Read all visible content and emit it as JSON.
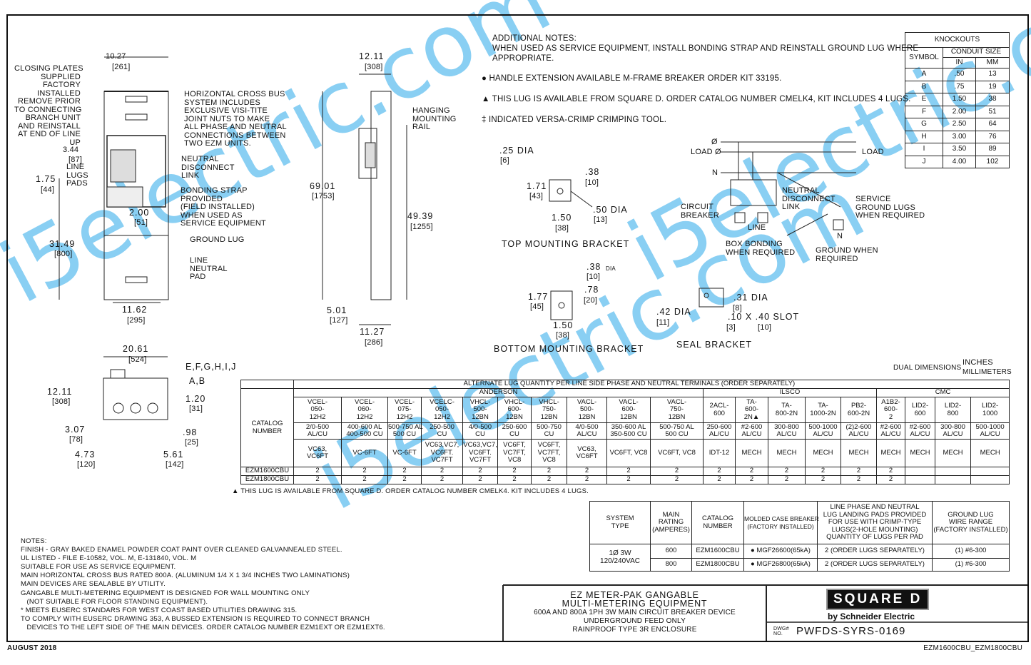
{
  "watermark": "i5electric.com",
  "front_view": {
    "width_in": "10.27",
    "width_mm": "[261]",
    "closing_plates": "CLOSING PLATES\nSUPPLIED\nFACTORY\nINSTALLED\nREMOVE PRIOR\nTO CONNECTING\nBRANCH UNIT\nAND REINSTALL\nAT END OF LINE\nUP",
    "d344": "3.44",
    "d87": "[87]",
    "line_lugs_pads": "LINE\nLUGS\nPADS",
    "d175": "1.75",
    "d44": "[44]",
    "d200": "2.00",
    "d51": "[51]",
    "d3149": "31.49",
    "d800": "[800]",
    "d1162": "11.62",
    "d295": "[295]",
    "cross_bus": "HORIZONTAL CROSS BUS\nSYSTEM INCLUDES\nEXCLUSIVE VISI-TITE\nJOINT NUTS TO MAKE\nALL PHASE AND NEUTRAL\nCONNECTIONS BETWEEN\nTWO EZM UNITS.",
    "neutral_link": "NEUTRAL\nDISCONNECT\nLINK",
    "bonding_strap": "BONDING STRAP\nPROVIDED\n(FIELD INSTALLED)\nWHEN USED AS\nSERVICE EQUIPMENT",
    "ground_lug": "GROUND LUG",
    "line_neutral_pad": "LINE\nNEUTRAL\nPAD"
  },
  "side_view": {
    "d1211": "12.11",
    "d308": "[308]",
    "hanging_rail": "HANGING\nMOUNTING\nRAIL",
    "d6901": "69.01",
    "d1753": "[1753]",
    "d4939": "49.39",
    "d1255": "[1255]",
    "d501": "5.01",
    "d127": "[127]",
    "d1127": "11.27",
    "d286": "[286]"
  },
  "additional_notes": {
    "text": "ADDITIONAL NOTES:\nWHEN USED AS SERVICE EQUIPMENT, INSTALL BONDING STRAP AND REINSTALL GROUND LUG WHERE\nAPPROPRIATE.",
    "handle": "● HANDLE EXTENSION AVAILABLE M-FRAME BREAKER ORDER KIT 33195.",
    "lug": "▲ THIS LUG IS AVAILABLE FROM SQUARE D. ORDER CATALOG NUMBER CMELK4, KIT INCLUDES 4 LUGS.",
    "crimp": "‡ INDICATED VERSA-CRIMP CRIMPING TOOL."
  },
  "top_bracket": {
    "dia": ".25 DIA",
    "dia_mm": "[6]",
    "h": "1.71",
    "h_mm": "[43]",
    "a": ".38",
    "a_mm": "[10]",
    "hole": ".50 DIA",
    "hole_mm": "[13]",
    "w": "1.50",
    "w_mm": "[38]",
    "title": "TOP MOUNTING BRACKET"
  },
  "bottom_bracket": {
    "dia": ".38",
    "dia_unit": "DIA",
    "dia_mm": "[10]",
    "a": ".78",
    "a_mm": "[20]",
    "h": "1.77",
    "h_mm": "[45]",
    "w": "1.50",
    "w_mm": "[38]",
    "title": "BOTTOM MOUNTING BRACKET"
  },
  "seal_bracket": {
    "dia": ".31 DIA",
    "dia_mm": "[8]",
    "dia2": ".42 DIA",
    "dia2_mm": "[11]",
    "slot": ".10 X .40 SLOT",
    "slot_a": "[3]",
    "slot_b": "[10]",
    "title": "SEAL BRACKET"
  },
  "wiring": {
    "phase": "Ø",
    "load_left": "LOAD Ø",
    "load_right": "LOAD",
    "n": "N",
    "breaker": "CIRCUIT\nBREAKER",
    "neutral_link": "NEUTRAL\nDISCONNECT\nLINK",
    "service_ground": "SERVICE\nGROUND LUGS\nWHEN REQUIRED",
    "line": "LINE",
    "n2": "N",
    "box_bonding": "BOX BONDING\nWHEN REQUIRED",
    "ground_when": "GROUND WHEN\nREQUIRED"
  },
  "knockouts": {
    "title": "KNOCKOUTS",
    "symbol": "SYMBOL",
    "conduit": "CONDUIT SIZE",
    "in": "IN",
    "mm": "MM",
    "rows": [
      [
        "A",
        ".50",
        "13"
      ],
      [
        "B",
        ".75",
        "19"
      ],
      [
        "E",
        "1.50",
        "38"
      ],
      [
        "F",
        "2.00",
        "51"
      ],
      [
        "G",
        "2.50",
        "64"
      ],
      [
        "H",
        "3.00",
        "76"
      ],
      [
        "I",
        "3.50",
        "89"
      ],
      [
        "J",
        "4.00",
        "102"
      ]
    ]
  },
  "plan_view": {
    "d2061": "20.61",
    "d524": "[524]",
    "efghij": "E,F,G,H,I,J",
    "ab": "A,B",
    "d1211": "12.11",
    "d308": "[308]",
    "d120": "1.20",
    "d31": "[31]",
    "d307": "3.07",
    "d78": "[78]",
    "d098": ".98",
    "d25": "[25]",
    "d473": "4.73",
    "d120mm": "[120]",
    "d561": "5.61",
    "d142": "[142]"
  },
  "dual_dimensions": {
    "label": "DUAL DIMENSIONS",
    "inches": "INCHES",
    "mm": "MILLIMETERS"
  },
  "lug_table": {
    "title": "ALTERNATE LUG QUANTITY PER LINE SIDE PHASE AND NEUTRAL TERMINALS (ORDER SEPARATELY)",
    "catalog_header": "CATALOG\nNUMBER",
    "groups": [
      "ANDERSON",
      "ILSCO",
      "CMC"
    ],
    "lugs": [
      "VCEL-\n050-\n12H2",
      "VCEL-\n060-\n12H2",
      "VCEL-\n075-\n12H2",
      "VCELC-\n050-\n12H2",
      "VHCL-\n500-\n12BN",
      "VHCL-\n600-\n12BN",
      "VHCL-\n750-\n12BN",
      "VACL-\n500-\n12BN",
      "VACL-\n600-\n12BN",
      "VACL-\n750-\n12BN",
      "2ACL-\n600",
      "TA-\n600-\n2N▲",
      "TA-\n800-2N",
      "TA-\n1000-2N",
      "PB2-\n600-2N",
      "A1B2-\n600-\n2",
      "LID2-\n600",
      "LID2-\n800",
      "LID2-\n1000"
    ],
    "ranges": [
      "2/0-500\nAL/CU",
      "400-600 AL\n400-500 CU",
      "500-750 AL\n500 CU",
      "250-500\nCU",
      "4/0-500\nCU",
      "250-600\nCU",
      "500-750\nCU",
      "4/0-500\nAL/CU",
      "350-600 AL\n350-500 CU",
      "500-750 AL\n500 CU",
      "250-600\nAL/CU",
      "#2-600\nAL/CU",
      "300-800\nAL/CU",
      "500-1000\nAL/CU",
      "(2)2-600\nAL/CU",
      "#2-600\nAL/CU",
      "#2-600\nAL/CU",
      "300-800\nAL/CU",
      "500-1000\nAL/CU"
    ],
    "tools": [
      "VC63,\nVC6FT",
      "VC-6FT",
      "VC-6FT",
      "VC63,VC7,\nVC6FT.\nVC7FT",
      "VC63,VC7,\nVC6FT.\nVC7FT",
      "VC6FT,\nVC7FT,\nVC8",
      "VC6FT,\nVC7FT,\nVC8",
      "VC63,\nVC6FT",
      "VC6FT, VC8",
      "VC6FT, VC8",
      "IDT-12",
      "MECH",
      "MECH",
      "MECH",
      "MECH",
      "MECH",
      "MECH",
      "MECH",
      "MECH"
    ],
    "rows": [
      {
        "catalog": "EZM1600CBU",
        "qty": [
          "2",
          "2",
          "2",
          "2",
          "2",
          "2",
          "2",
          "2",
          "2",
          "2",
          "2",
          "2",
          "2",
          "2",
          "2",
          "2",
          "",
          "",
          ""
        ]
      },
      {
        "catalog": "EZM1800CBU",
        "qty": [
          "2",
          "2",
          "2",
          "2",
          "2",
          "2",
          "2",
          "2",
          "2",
          "2",
          "2",
          "2",
          "2",
          "2",
          "2",
          "2",
          "",
          "",
          ""
        ]
      }
    ],
    "footnote": "▲ THIS LUG IS AVAILABLE FROM SQUARE D. ORDER CATALOG NUMBER CMELK4. KIT INCLUDES 4 LUGS."
  },
  "system_table": {
    "headers": [
      "SYSTEM\nTYPE",
      "MAIN\nRATING\n(AMPERES)",
      "CATALOG\nNUMBER",
      "MOLDED CASE BREAKER\n(FACTORY INSTALLED)",
      "LINE PHASE AND NEUTRAL\nLUG LANDING PADS PROVIDED\nFOR USE WITH CRIMP-TYPE\nLUGS(2-HOLE MOUNTING)\nQUANTITY OF LUGS PER PAD",
      "GROUND LUG\nWIRE RANGE\n(FACTORY INSTALLED)"
    ],
    "system_type": "1Ø 3W\n120/240VAC",
    "rows": [
      {
        "rating": "600",
        "catalog": "EZM1600CBU",
        "breaker": "● MGF26600(65kA)",
        "lugs": "2 (ORDER LUGS SEPARATELY)",
        "ground": "(1) #6-300"
      },
      {
        "rating": "800",
        "catalog": "EZM1800CBU",
        "breaker": "● MGF26800(65kA)",
        "lugs": "2 (ORDER LUGS SEPARATELY)",
        "ground": "(1) #6-300"
      }
    ]
  },
  "notes": "NOTES:\nFINISH - GRAY BAKED ENAMEL POWDER COAT PAINT OVER CLEANED GALVANNEALED STEEL.\nUL LISTED - FILE E-10582, VOL. M, E-131840, VOL. M\nSUITABLE FOR USE AS SERVICE EQUIPMENT.\nMAIN HORIZONTAL CROSS BUS RATED 800A. (ALUMINUM 1/4 X 1 3/4 INCHES TWO LAMINATIONS)\nMAIN DEVICES ARE SEALABLE BY UTILITY.\nGANGABLE MULTI-METERING EQUIPMENT IS DESIGNED FOR WALL MOUNTING ONLY\n   (NOT SUITABLE FOR FLOOR STANDING EQUIPMENT).\n* MEETS EUSERC STANDARS FOR WEST COAST BASED UTILITIES DRAWING 315.\nTO COMPLY WITH EUSERC DRAWING 353, A BUSSED EXTENSION IS REQUIRED TO CONNECT BRANCH\n   DEVICES TO THE LEFT SIDE OF THE MAIN DEVICES. ORDER CATALOG NUMBER EZM1EXT OR EZM1EXT6.",
  "title_block": {
    "title": "EZ METER-PAK GANGABLE\nMULTI-METERING EQUIPMENT",
    "desc": "600A AND 800A 1PH 3W MAIN CIRCUIT BREAKER DEVICE\nUNDERGROUND FEED ONLY\nRAINPROOF TYPE 3R ENCLOSURE",
    "logo": "SQUARE D",
    "by": "by Schneider Electric",
    "dwg_label": "DWG#\nNO.",
    "dwg_no": "PWFDS-SYRS-0169"
  },
  "footer": {
    "date": "AUGUST 2018",
    "file": "EZM1600CBU_EZM1800CBU"
  }
}
